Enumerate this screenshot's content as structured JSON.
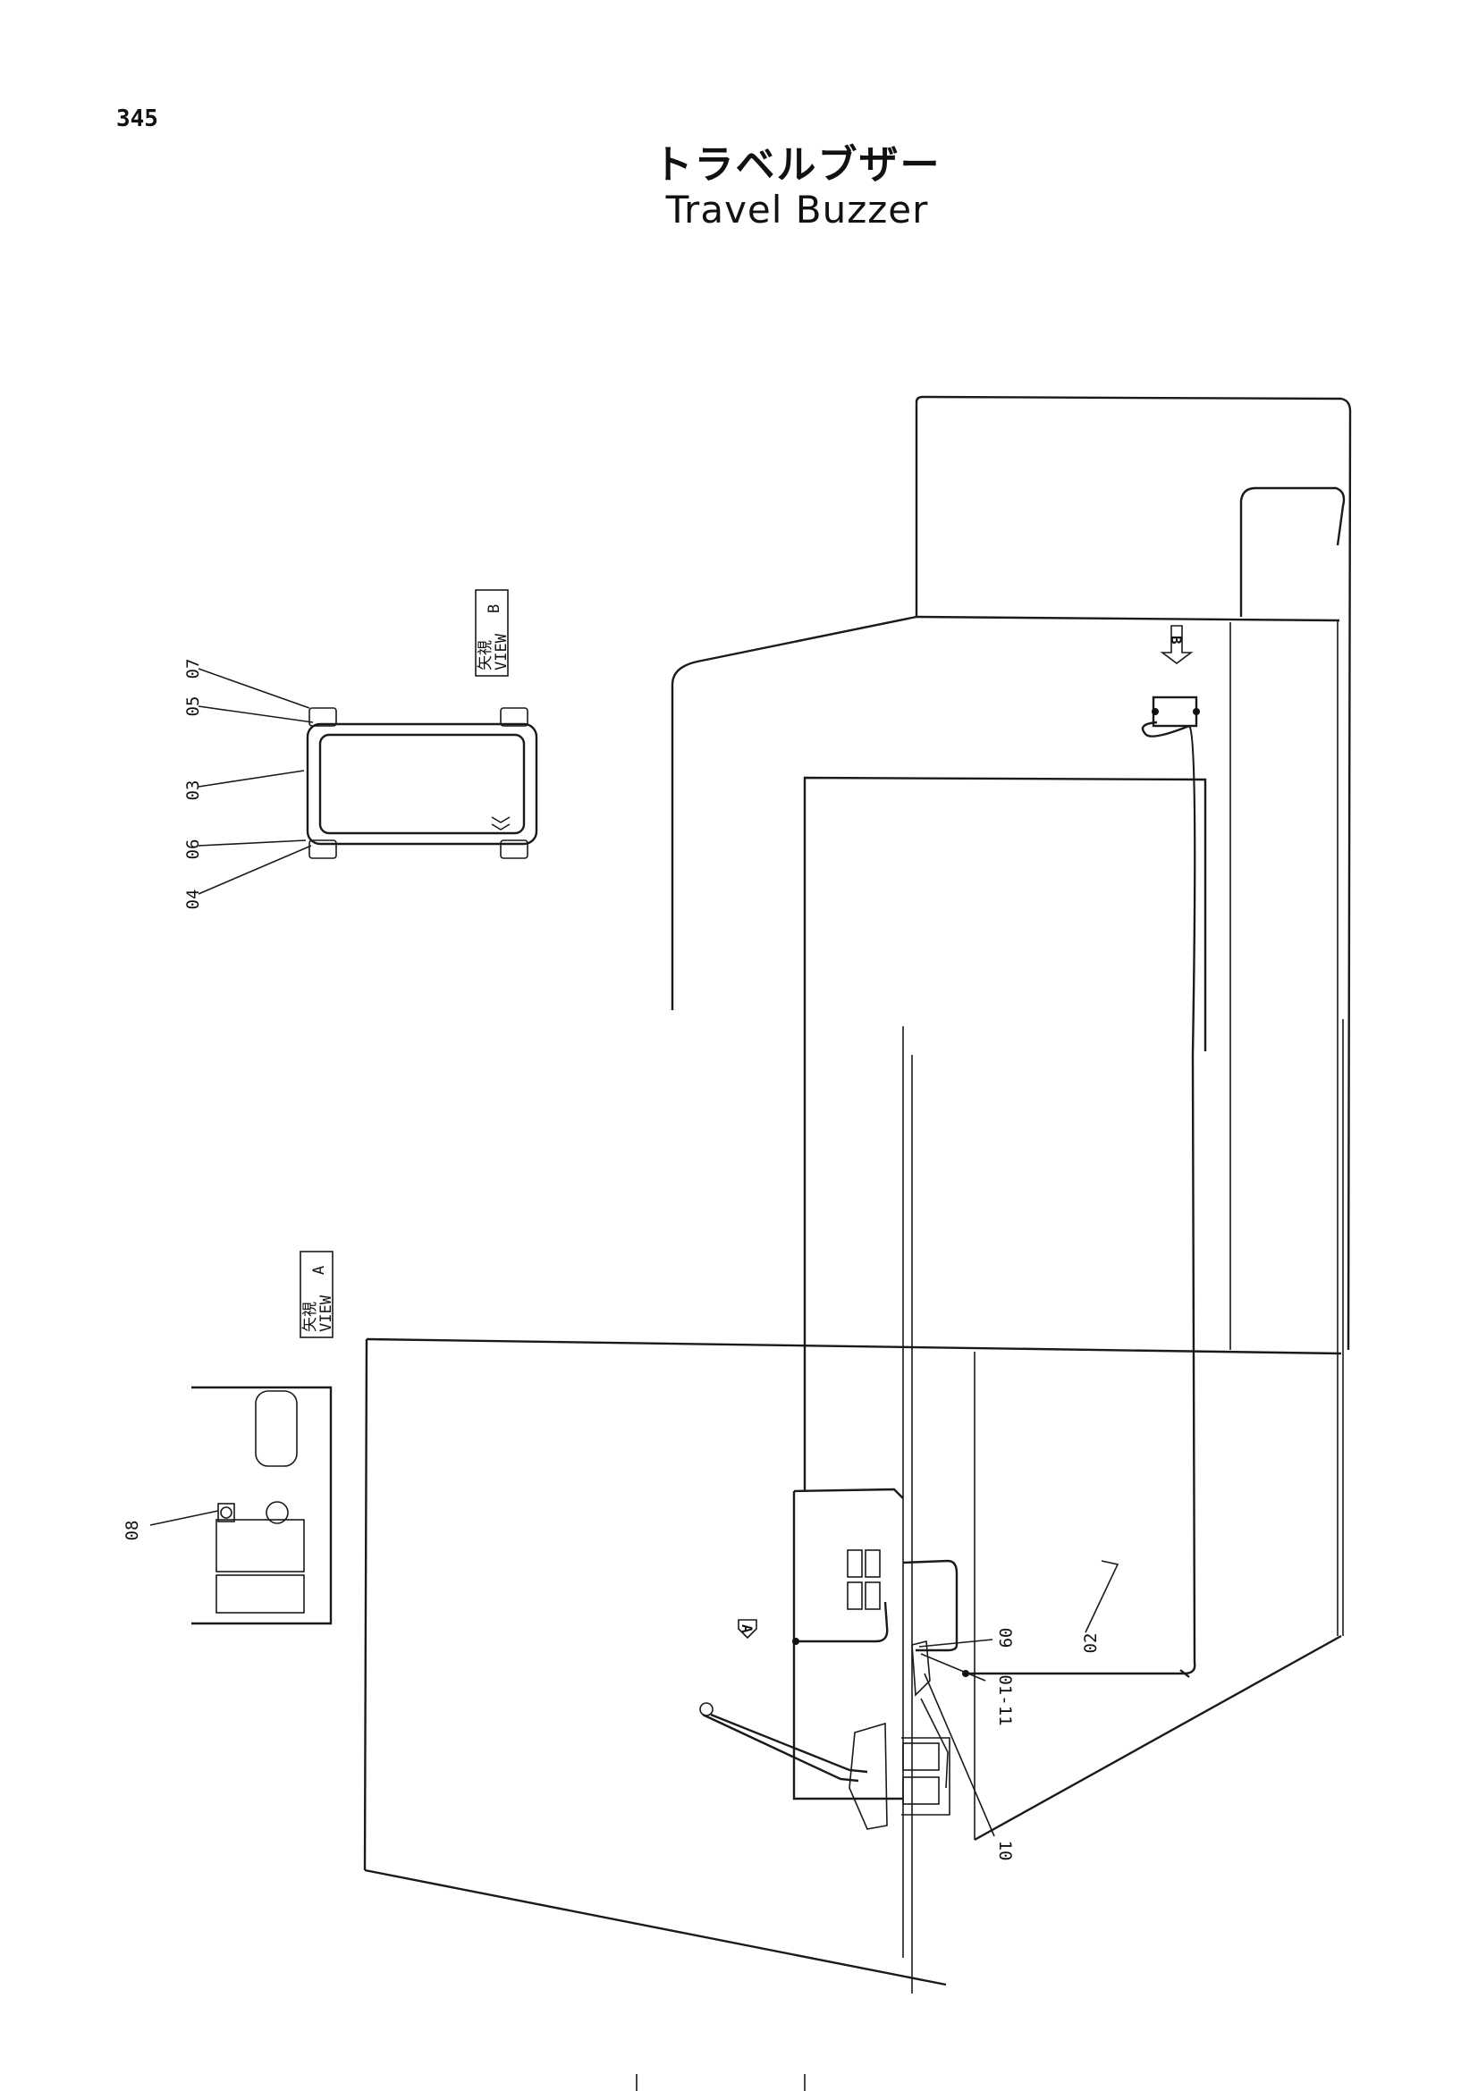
{
  "page": {
    "number": "345",
    "title_ja": "トラベルブザー",
    "title_en": "Travel Buzzer"
  },
  "views": {
    "view_a": {
      "jp": "矢視",
      "view": "VIEW",
      "letter": "A"
    },
    "view_b": {
      "jp": "矢視",
      "view": "VIEW",
      "letter": "B"
    }
  },
  "arrow_markers": {
    "a": "A",
    "b": "B"
  },
  "callouts": {
    "c07": "07",
    "c05": "05",
    "c03": "03",
    "c06": "06",
    "c04": "04",
    "c08": "08",
    "c02": "02",
    "c09": "09",
    "c01_11": "01-11",
    "c10": "10"
  }
}
